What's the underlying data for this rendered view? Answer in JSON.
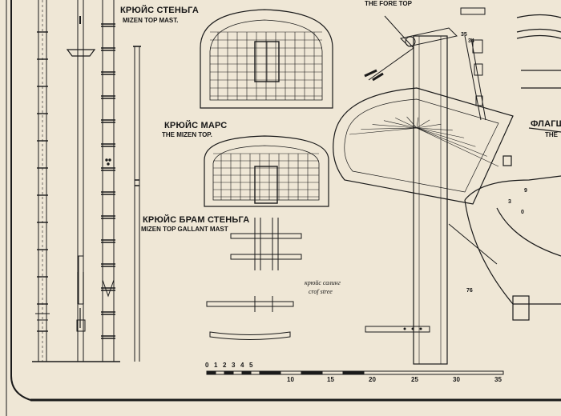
{
  "labels": {
    "mizen_topmast_ru": "КРЮЙС СТЕНЬГА",
    "mizen_topmast_en": "MIZEN TOP MAST.",
    "mizen_top_ru": "КРЮЙС МАРС",
    "mizen_top_en": "THE MIZEN TOP.",
    "topgallant_ru": "КРЮЙС БРАМ СТЕНЬГА",
    "topgallant_en": "MIZEN TOP GALLANT MAST",
    "fore_top_en": "THE FORE TOP",
    "crosstree_ru": "крюйс салинг",
    "crosstree_en": "crof stree",
    "flag_ru": "ФЛАГШ",
    "flag_en": "THE"
  },
  "callouts": [
    "35",
    "34",
    "76",
    "9",
    "3",
    "0"
  ],
  "scale": {
    "ticks": [
      "0",
      "1",
      "2",
      "3",
      "4",
      "5",
      "10",
      "15",
      "20",
      "25",
      "30",
      "35"
    ]
  }
}
